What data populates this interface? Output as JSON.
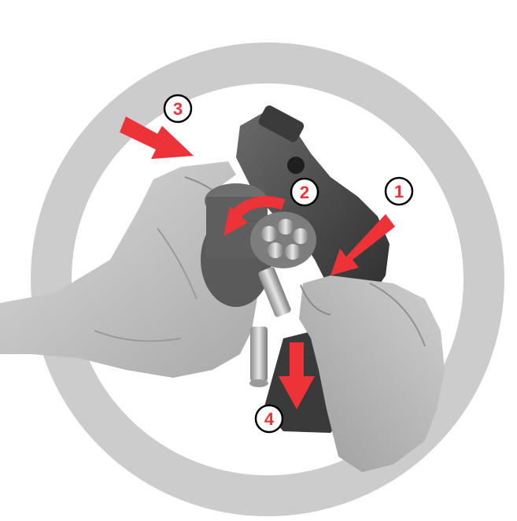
{
  "figure": {
    "ring_color": "#cccccc",
    "arrow_color": "#ee3338",
    "hand_color": "#c9c9c9",
    "gun_color": "#4a4a4a",
    "steps": [
      {
        "label": "1",
        "icon": "arrow-down-left-icon"
      },
      {
        "label": "2",
        "icon": "curved-arrow-left-icon"
      },
      {
        "label": "3",
        "icon": "arrow-down-right-icon"
      },
      {
        "label": "4",
        "icon": "arrow-down-icon"
      }
    ]
  }
}
